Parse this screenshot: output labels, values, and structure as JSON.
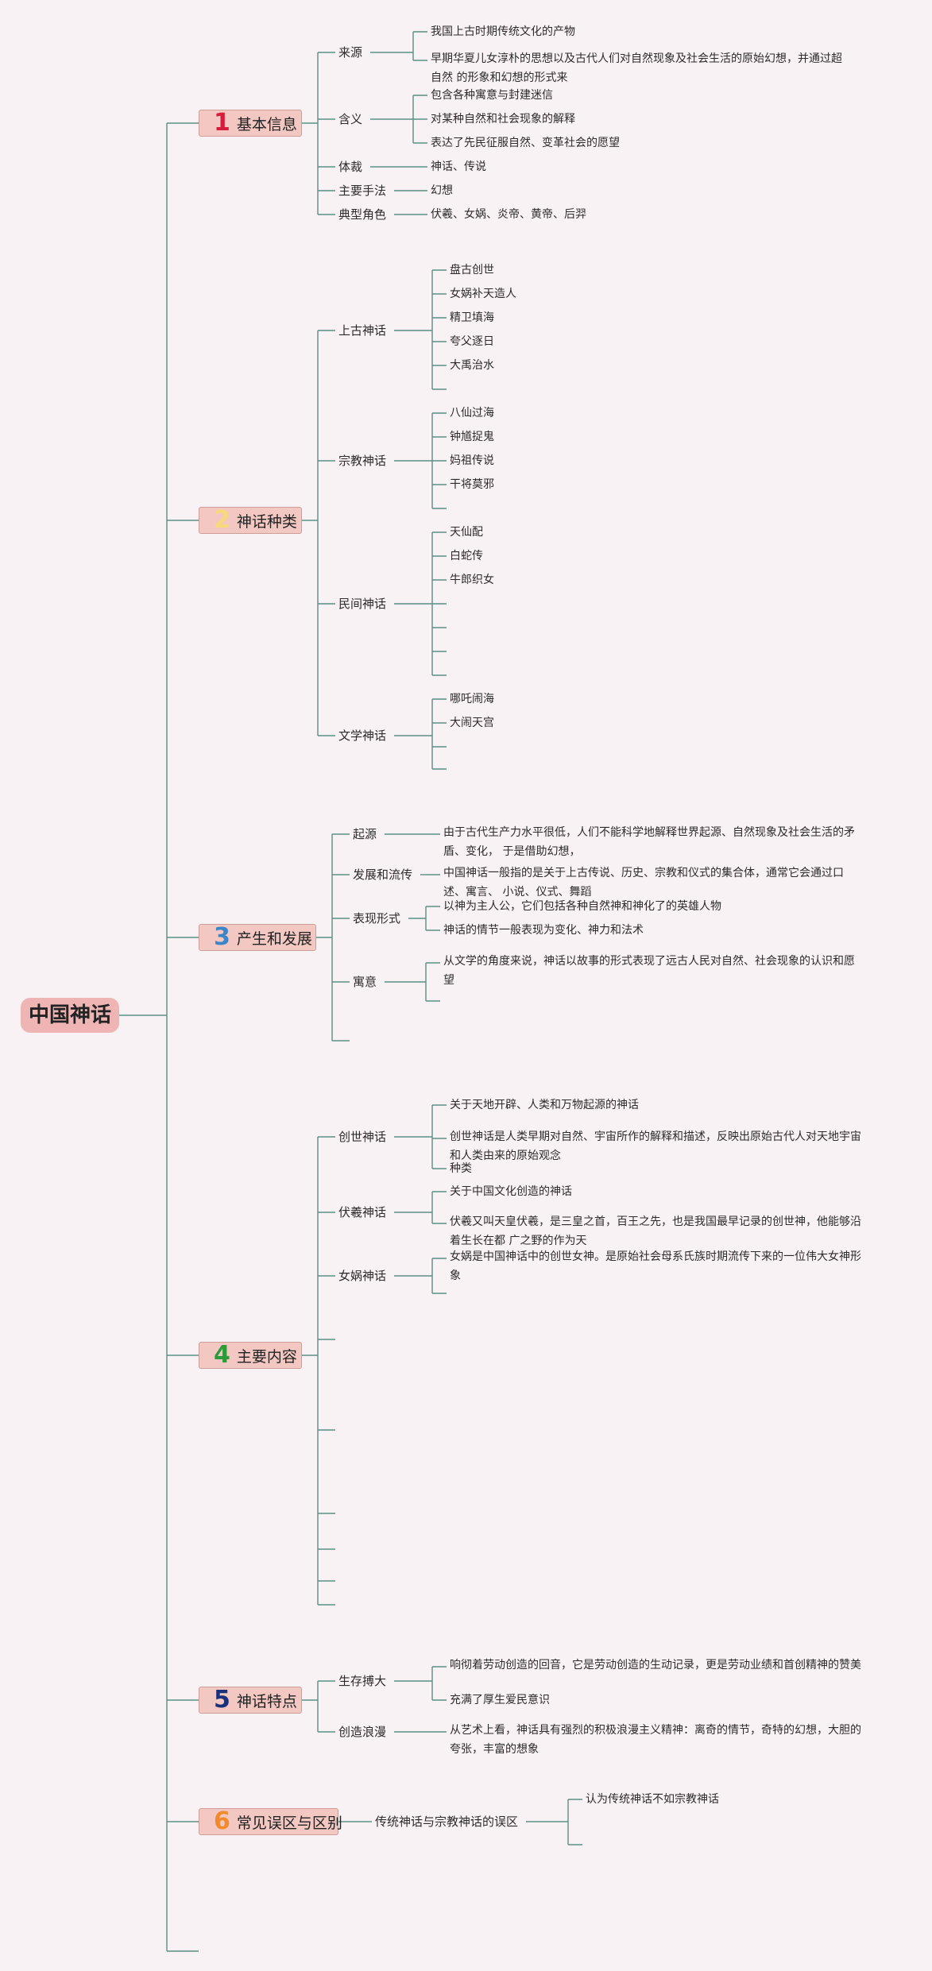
{
  "root": "中国神话",
  "topics": [
    {
      "number": "1",
      "label": "基本信息",
      "number_color": "#d81b3c",
      "children": [
        {
          "label": "来源",
          "leaves": [
            "我国上古时期传统文化的产物",
            "早期华夏儿女淳朴的思想以及古代人们对自然现象及社会生活的原始幻想，并通过超自然 的形象和幻想的形式来"
          ]
        },
        {
          "label": "含义",
          "leaves": [
            "包含各种寓意与封建迷信",
            "对某种自然和社会现象的解释",
            "表达了先民征服自然、变革社会的愿望"
          ]
        },
        {
          "label": "体裁",
          "leaves": [
            "神话、传说"
          ]
        },
        {
          "label": "主要手法",
          "leaves": [
            "幻想"
          ]
        },
        {
          "label": "典型角色",
          "leaves": [
            "伏羲、女娲、炎帝、黄帝、后羿"
          ]
        }
      ]
    },
    {
      "number": "2",
      "label": "神话种类",
      "number_color": "#f7d97a",
      "children": [
        {
          "label": "上古神话",
          "leaves": [
            "盘古创世",
            "女娲补天造人",
            "精卫填海",
            "夸父逐日",
            "大禹治水",
            ""
          ]
        },
        {
          "label": "宗教神话",
          "leaves": [
            "八仙过海",
            "钟馗捉鬼",
            "妈祖传说",
            "干将莫邪",
            ""
          ]
        },
        {
          "label": "民间神话",
          "leaves": [
            "天仙配",
            "白蛇传",
            "牛郎织女",
            "",
            "",
            "",
            ""
          ]
        },
        {
          "label": "文学神话",
          "leaves": [
            "哪吒闹海",
            "大闹天宫",
            "",
            ""
          ]
        }
      ]
    },
    {
      "number": "3",
      "label": "产生和发展",
      "number_color": "#3a86c8",
      "children": [
        {
          "label": "起源",
          "leaves": [
            "由于古代生产力水平很低，人们不能科学地解释世界起源、自然现象及社会生活的矛盾、变化， 于是借助幻想，"
          ]
        },
        {
          "label": "发展和流传",
          "leaves": [
            "中国神话一般指的是关于上古传说、历史、宗教和仪式的集合体，通常它会通过口述、寓言、 小说、仪式、舞蹈"
          ]
        },
        {
          "label": "表现形式",
          "leaves": [
            "以神为主人公，它们包括各种自然神和神化了的英雄人物",
            "神话的情节一般表现为变化、神力和法术"
          ]
        },
        {
          "label": "寓意",
          "leaves": [
            "从文学的角度来说，神话以故事的形式表现了远古人民对自然、社会现象的认识和愿望",
            ""
          ]
        },
        {
          "label": "",
          "leaves": []
        }
      ]
    },
    {
      "number": "4",
      "label": "主要内容",
      "number_color": "#2e9b3a",
      "children": [
        {
          "label": "创世神话",
          "leaves": [
            "关于天地开辟、人类和万物起源的神话",
            "创世神话是人类早期对自然、宇宙所作的解释和描述，反映出原始古代人对天地宇宙和人类由来的原始观念",
            "种类"
          ]
        },
        {
          "label": "伏羲神话",
          "leaves": [
            "关于中国文化创造的神话",
            "伏羲又叫天皇伏羲，是三皇之首，百王之先，也是我国最早记录的创世神，他能够沿着生长在都 广之野的作为天"
          ]
        },
        {
          "label": "女娲神话",
          "leaves": [
            "女娲是中国神话中的创世女神。是原始社会母系氏族时期流传下来的一位伟大女神形象",
            ""
          ]
        },
        {
          "label": "",
          "leaves": []
        },
        {
          "label": "",
          "leaves": []
        },
        {
          "label": "",
          "leaves": []
        },
        {
          "label": "",
          "leaves": []
        },
        {
          "label": "",
          "leaves": []
        },
        {
          "label": "",
          "leaves": []
        }
      ]
    },
    {
      "number": "5",
      "label": "神话特点",
      "number_color": "#1c2f7a",
      "children": [
        {
          "label": "生存搏大",
          "leaves": [
            "响彻着劳动创造的回音，它是劳动创造的生动记录，更是劳动业绩和首创精神的赞美",
            "充满了厚生爱民意识"
          ]
        },
        {
          "label": "创造浪漫",
          "leaves": [
            "从艺术上看，神话具有强烈的积极浪漫主义精神：离奇的情节，奇特的幻想，大胆的夸张，丰富的想象"
          ]
        }
      ]
    },
    {
      "number": "6",
      "label": "常见误区与区别",
      "number_color": "#f08a2c",
      "children": [
        {
          "label": "传统神话与宗教神话的误区",
          "leaves": [
            "认为传统神话不如宗教神话",
            ""
          ]
        }
      ]
    }
  ]
}
